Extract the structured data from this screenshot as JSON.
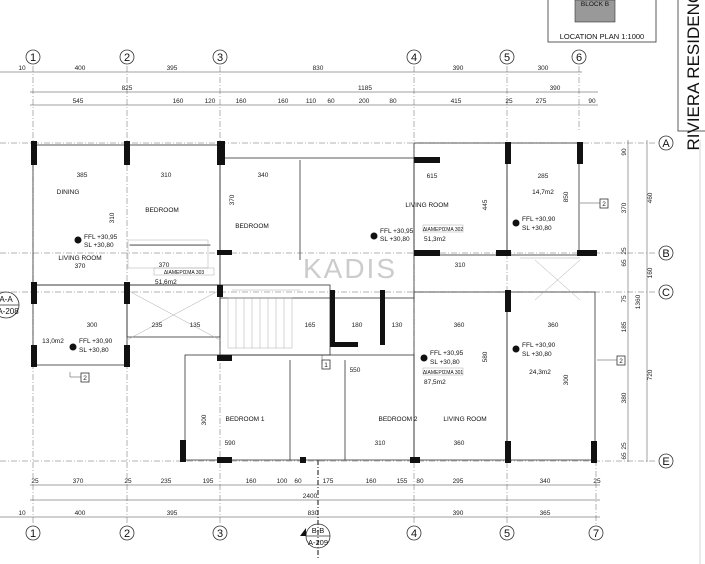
{
  "title": "RIVIERA RESIDENCE",
  "location_plan": {
    "caption": "LOCATION PLAN 1:1000",
    "block": "BLOCK B"
  },
  "grid_columns_top": [
    "1",
    "2",
    "3",
    "4",
    "5",
    "6"
  ],
  "grid_columns_bottom": [
    "1",
    "2",
    "3",
    "4",
    "5",
    "7"
  ],
  "grid_rows": [
    "A",
    "B",
    "C",
    "E"
  ],
  "dims_top_1": [
    "10",
    "400",
    "395",
    "830",
    "390",
    "300"
  ],
  "dims_top_2": [
    "825",
    "1185",
    "390"
  ],
  "dims_top_3": [
    "545",
    "160",
    "120",
    "160",
    "160",
    "110",
    "60",
    "200",
    "80",
    "415",
    "25",
    "275",
    "90"
  ],
  "dims_bottom_1": [
    "25",
    "370",
    "25",
    "235",
    "195",
    "160",
    "100",
    "60",
    "175",
    "160",
    "155",
    "80",
    "295",
    "340",
    "25"
  ],
  "dims_bottom_total": "2400",
  "dims_bottom_2": [
    "10",
    "400",
    "395",
    "830",
    "390",
    "365"
  ],
  "dims_right_1": [
    "90",
    "370",
    "65",
    "25",
    "75",
    "185",
    "380",
    "65",
    "25"
  ],
  "dims_right_2": [
    "460",
    "160",
    "720"
  ],
  "dims_right_total": "1360",
  "sections": {
    "aa": {
      "id": "A-A",
      "sheet": "A-208"
    },
    "bb": {
      "id": "B-B",
      "sheet": "A-209"
    }
  },
  "rooms": {
    "dining": "DINING",
    "living_303": "LIVING ROOM",
    "living_303_dim": "370",
    "bedroom_a": "BEDROOM",
    "bedroom_b": "BEDROOM",
    "living_302": "LIVING ROOM",
    "bedroom_1": "BEDROOM 1",
    "bedroom_2": "BEDROOM 2",
    "living_301": "LIVING ROOM"
  },
  "apartments": [
    {
      "tag": "ΔΙΑΜΕΡΙΣΜΑ 303",
      "area": "51,6m2"
    },
    {
      "tag": "ΔΙΑΜΕΡΙΣΜΑ 302",
      "area": "51,3m2"
    },
    {
      "tag": "ΔΙΑΜΕΡΙΣΜΑ 301",
      "area": "87,5m2"
    }
  ],
  "balconies": [
    {
      "area": "14,7m2",
      "ffl": "FFL +30,90",
      "sl": "SL   +30,80"
    },
    {
      "area": "13,0m2",
      "ffl": "FFL +30,90",
      "sl": "SL   +30,80"
    },
    {
      "area": "24,3m2",
      "ffl": "FFL +30,90",
      "sl": "SL   +30,80"
    }
  ],
  "levels": {
    "ffl": "FFL +30,95",
    "sl": "SL   +30,80"
  },
  "room_dims": [
    "385",
    "310",
    "340",
    "615",
    "285",
    "370",
    "310",
    "360",
    "360",
    "310",
    "360",
    "235",
    "135",
    "165",
    "180",
    "130",
    "550",
    "590",
    "300",
    "310",
    "370",
    "445",
    "850",
    "580",
    "300",
    "300"
  ],
  "callouts": [
    "2",
    "2",
    "2",
    "1"
  ],
  "watermark": "KADIS"
}
